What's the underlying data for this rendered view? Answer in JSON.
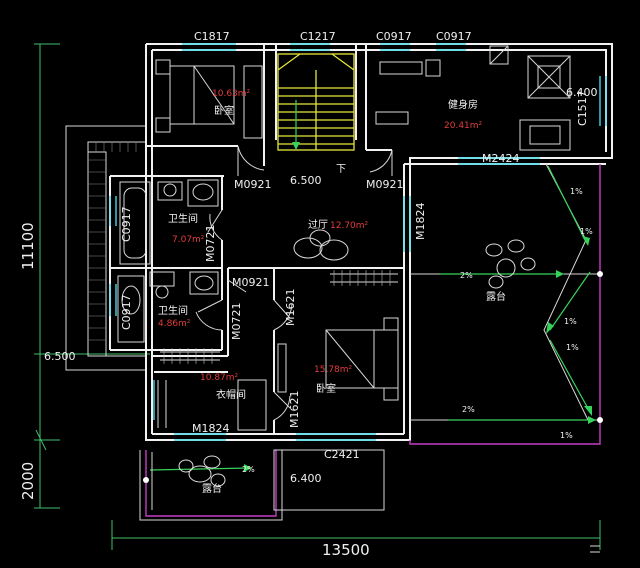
{
  "plan": {
    "dims": {
      "total_width": "13500",
      "total_depth": "11100",
      "balcony_depth": "2000",
      "level_left": "6.500",
      "level_stair": "6.500",
      "level_balcony": "6.400",
      "level_terrace": "6.400"
    },
    "windows": {
      "w1": "C1817",
      "w2": "C1217",
      "w3": "C0917",
      "w4": "C0917",
      "w5": "C0917",
      "w6": "C0917",
      "w7": "C1517",
      "w8": "C2421"
    },
    "doors": {
      "d1": "M0921",
      "d2": "M0921",
      "d3": "M0721",
      "d4": "M0921",
      "d5": "M0721",
      "d6": "M1621",
      "d7": "M1621",
      "d8": "M1824",
      "d9": "M1824",
      "d10": "M2424"
    },
    "rooms": {
      "bedroom1": {
        "name": "卧室",
        "area": "10.63m²"
      },
      "gym": {
        "name": "健身房",
        "area": "20.41m²"
      },
      "bath1": {
        "name": "卫生间",
        "area": "7.07m²"
      },
      "bath2": {
        "name": "卫生间",
        "area": "4.86m²"
      },
      "hall": {
        "name": "过厅",
        "area": "12.70m²"
      },
      "closet": {
        "name": "衣帽间",
        "area": "10.87m²"
      },
      "bedroom2": {
        "name": "卧室",
        "area": "15.78m²"
      },
      "terrace": {
        "name": "露台"
      },
      "balcony": {
        "name": "露台"
      }
    },
    "stair_down": "下",
    "slopes": {
      "s1": "1%",
      "s2": "1%",
      "s3": "2%",
      "s4": "1%",
      "s5": "2%",
      "s6": "1%",
      "s7": "1%",
      "s8": "2%"
    }
  },
  "colors": {
    "walls": "#f2f2f2",
    "dimension": "#3fc06a",
    "window": "#46d6e6",
    "stair": "#e7e63a",
    "outline": "#c43ec4",
    "area_text": "#e23c3c"
  }
}
